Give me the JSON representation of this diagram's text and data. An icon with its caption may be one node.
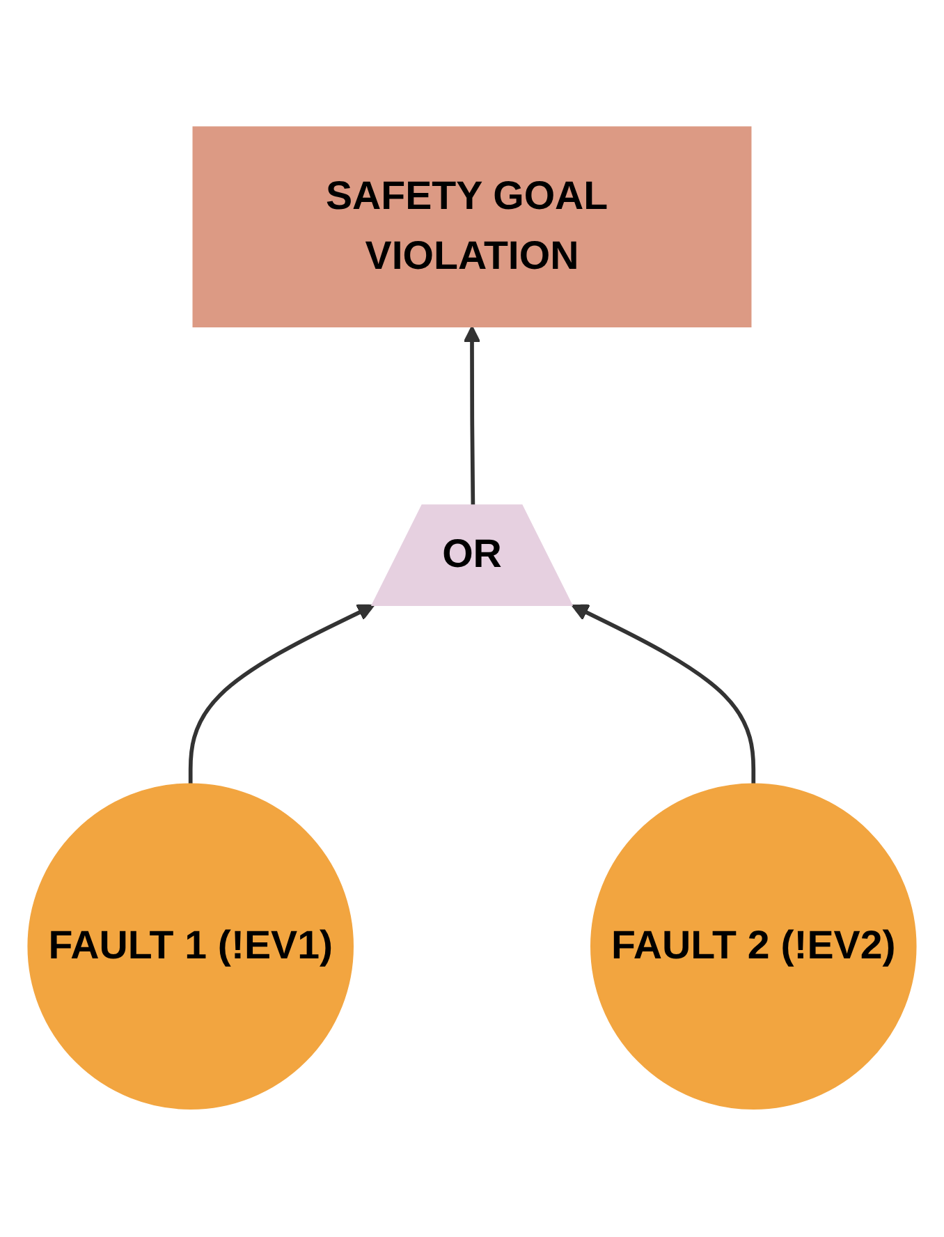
{
  "diagram": {
    "nodes": [
      {
        "text": [
          "SAFETY GOAL VIOLATION"
        ]
      },
      {
        "text": [
          "OR"
        ]
      },
      {
        "text": [
          "FAULT 1 (!EV1)"
        ]
      },
      {
        "text": [
          "FAULT 2 (!EV2)"
        ]
      }
    ],
    "edges": [
      {
        "from": 1,
        "to": 0,
        "arrow": "to"
      },
      {
        "from": 2,
        "to": 1,
        "arrow": "to"
      },
      {
        "from": 3,
        "to": 1,
        "arrow": "to"
      }
    ]
  }
}
